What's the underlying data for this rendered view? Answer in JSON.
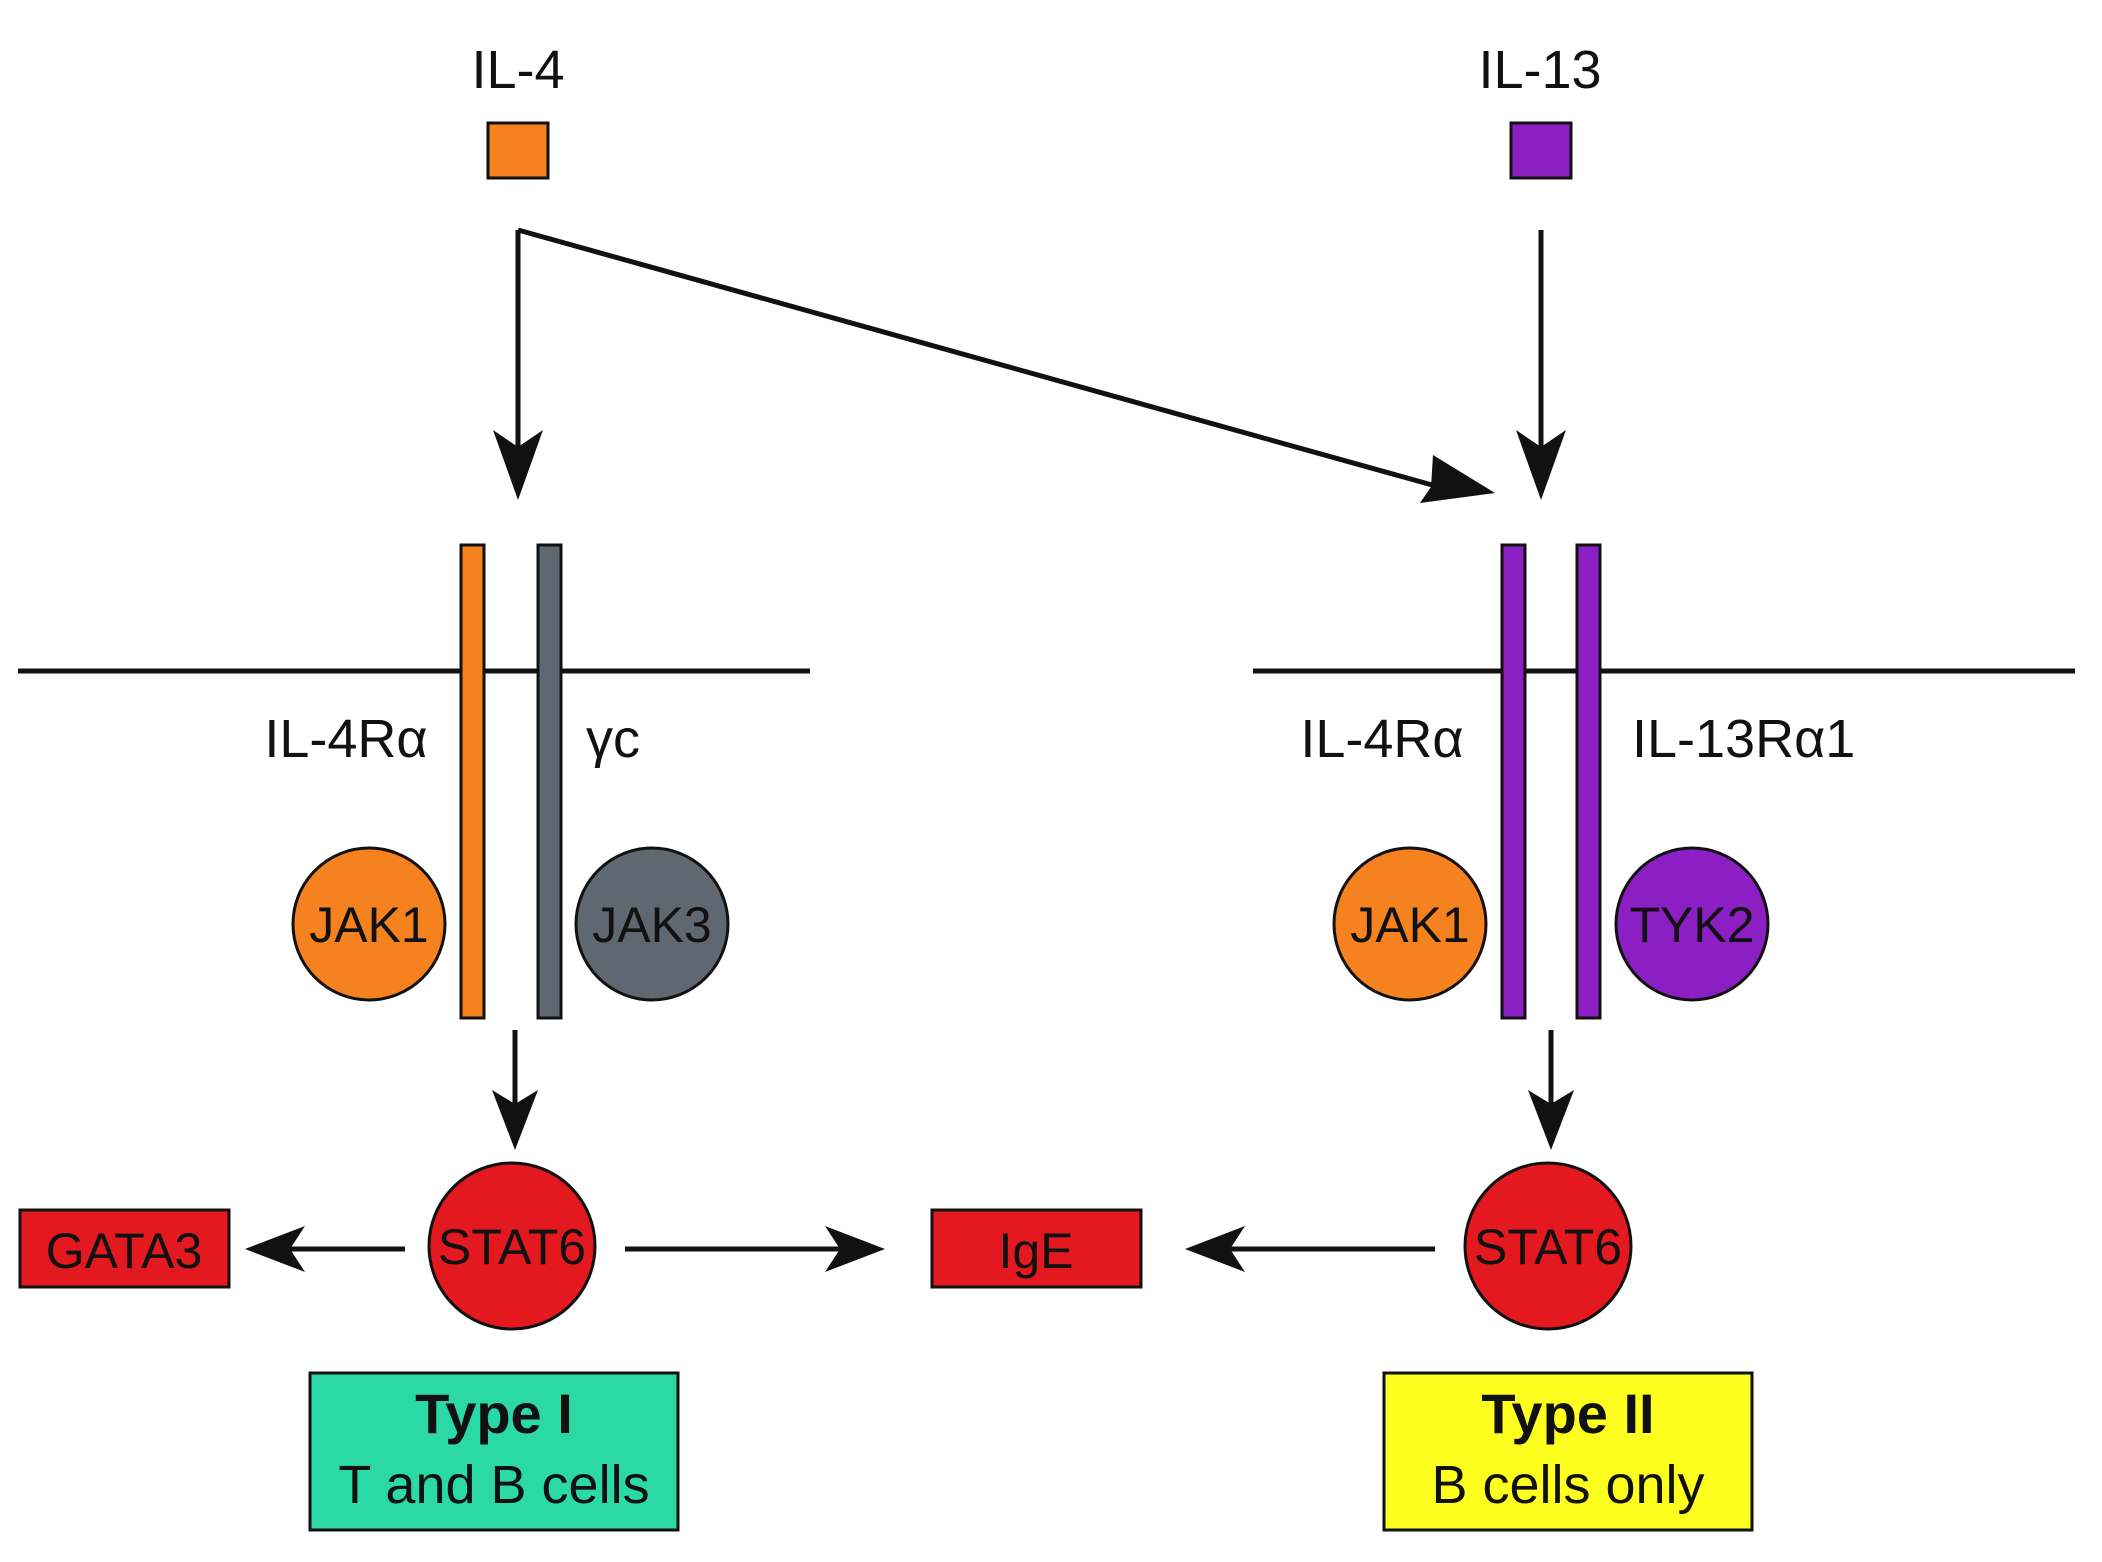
{
  "ligands": {
    "il4": {
      "label": "IL-4",
      "color": "#F5821F"
    },
    "il13": {
      "label": "IL-13",
      "color": "#8B1FC4"
    }
  },
  "type1": {
    "receptor_alpha_label": "IL-4Rα",
    "receptor_gamma_label": "γc",
    "receptor_alpha_color": "#F5821F",
    "receptor_gamma_color": "#5F6770",
    "kinase_left": {
      "label": "JAK1",
      "color": "#F5821F"
    },
    "kinase_right": {
      "label": "JAK3",
      "color": "#5F6770"
    },
    "stat": {
      "label": "STAT6",
      "color": "#E3191F"
    },
    "box": {
      "title": "Type I",
      "subtitle": "T and B cells",
      "color": "#2BD9A4"
    }
  },
  "type2": {
    "receptor_alpha_label": "IL-4Rα",
    "receptor_13_label": "IL-13Rα1",
    "receptor_color": "#8B1FC4",
    "kinase_left": {
      "label": "JAK1",
      "color": "#F5821F"
    },
    "kinase_right": {
      "label": "TYK2",
      "color": "#8B1FC4"
    },
    "stat": {
      "label": "STAT6",
      "color": "#E3191F"
    },
    "box": {
      "title": "Type II",
      "subtitle": "B cells only",
      "color": "#FFFF1F"
    }
  },
  "outputs": {
    "gata3": {
      "label": "GATA3",
      "color": "#E3191F"
    },
    "ige": {
      "label": "IgE",
      "color": "#E3191F"
    }
  }
}
